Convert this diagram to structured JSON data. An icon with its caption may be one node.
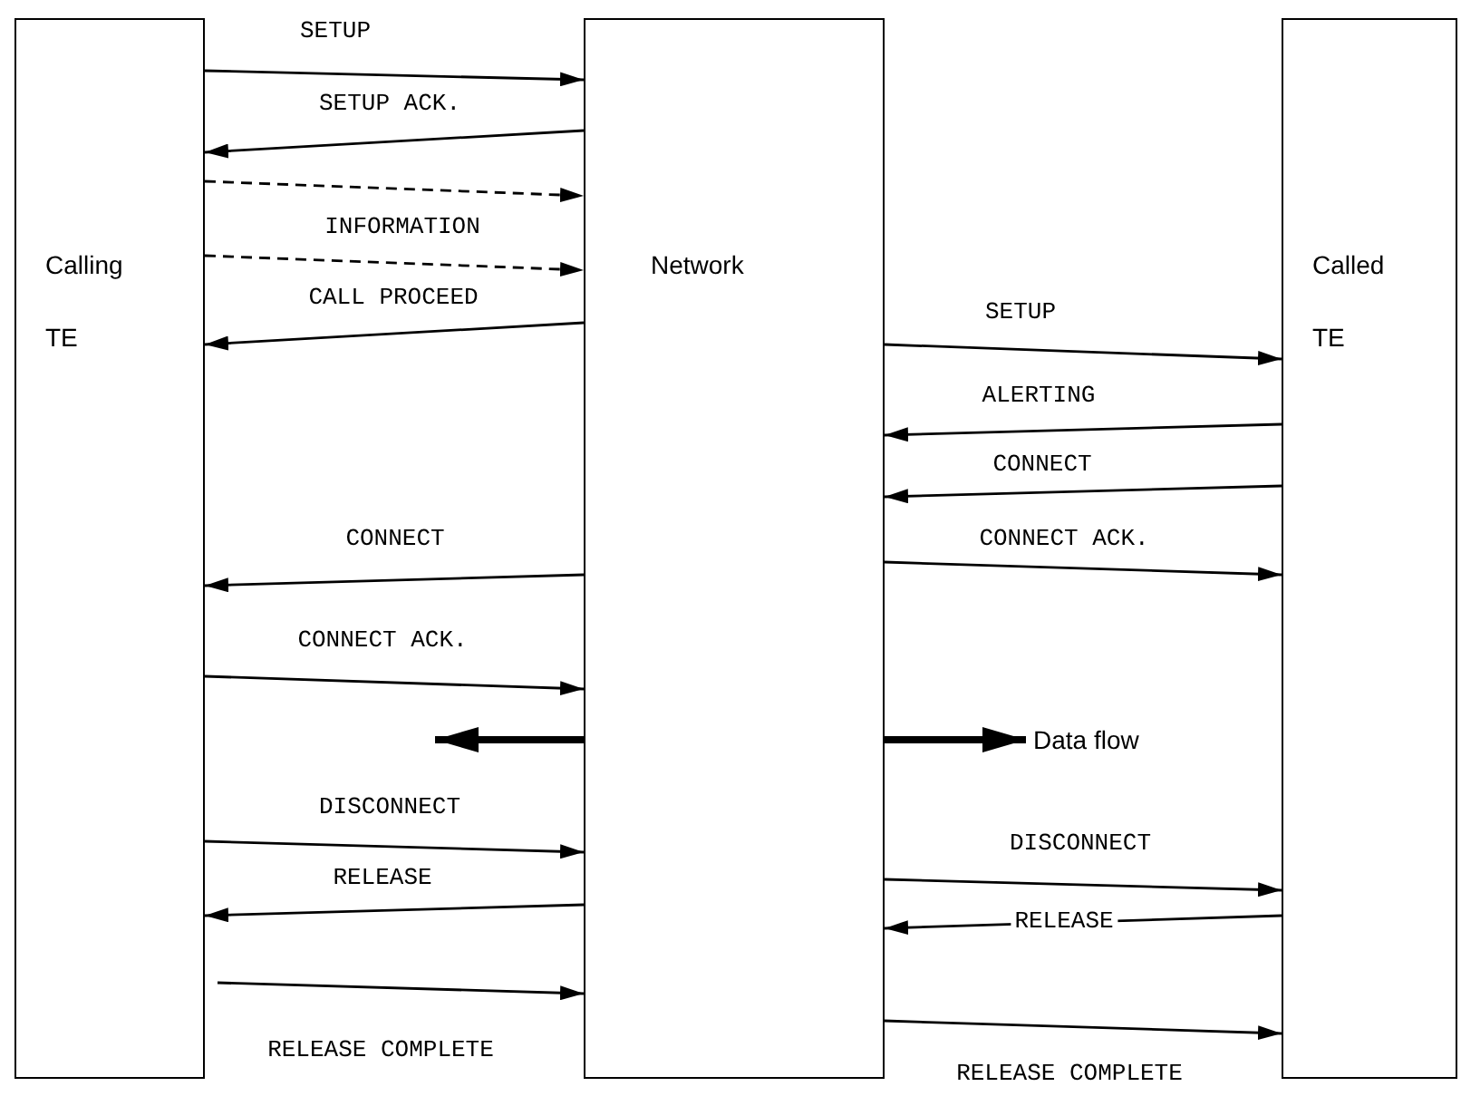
{
  "diagram": {
    "nodes": [
      {
        "text": [
          "Calling TE"
        ]
      },
      {
        "text": [
          "Network"
        ]
      },
      {
        "text": [
          "Called TE"
        ]
      },
      {
        "text": [
          "Data flow"
        ]
      }
    ],
    "edges": [
      {
        "from": 0,
        "to": 1,
        "arrow": "to",
        "label": "SETUP"
      },
      {
        "from": 1,
        "to": 0,
        "arrow": "to",
        "label": "SETUP ACK."
      },
      {
        "from": 0,
        "to": 1,
        "arrow": "to",
        "style": "dashed"
      },
      {
        "from": 0,
        "to": 1,
        "arrow": "to",
        "style": "dashed",
        "label": "INFORMATION"
      },
      {
        "from": 1,
        "to": 0,
        "arrow": "to",
        "label": "CALL PROCEED"
      },
      {
        "from": 1,
        "to": 2,
        "arrow": "to",
        "label": "SETUP"
      },
      {
        "from": 2,
        "to": 1,
        "arrow": "to",
        "label": "ALERTING"
      },
      {
        "from": 2,
        "to": 1,
        "arrow": "to",
        "label": "CONNECT"
      },
      {
        "from": 1,
        "to": 0,
        "arrow": "to",
        "label": "CONNECT"
      },
      {
        "from": 1,
        "to": 2,
        "arrow": "to",
        "label": "CONNECT ACK."
      },
      {
        "from": 0,
        "to": 1,
        "arrow": "to",
        "label": "CONNECT ACK."
      },
      {
        "from": 1,
        "to": null,
        "arrow": "to",
        "style": "thick"
      },
      {
        "from": 1,
        "to": 3,
        "arrow": "to",
        "style": "thick"
      },
      {
        "from": 0,
        "to": 1,
        "arrow": "to",
        "label": "DISCONNECT"
      },
      {
        "from": 1,
        "to": 0,
        "arrow": "to",
        "label": "RELEASE"
      },
      {
        "from": 0,
        "to": 1,
        "arrow": "to",
        "label": "RELEASE COMPLETE"
      },
      {
        "from": 1,
        "to": 2,
        "arrow": "to",
        "label": "DISCONNECT"
      },
      {
        "from": 2,
        "to": 1,
        "arrow": "to",
        "label": "RELEASE"
      },
      {
        "from": 1,
        "to": 2,
        "arrow": "to",
        "label": "RELEASE COMPLETE"
      }
    ]
  }
}
